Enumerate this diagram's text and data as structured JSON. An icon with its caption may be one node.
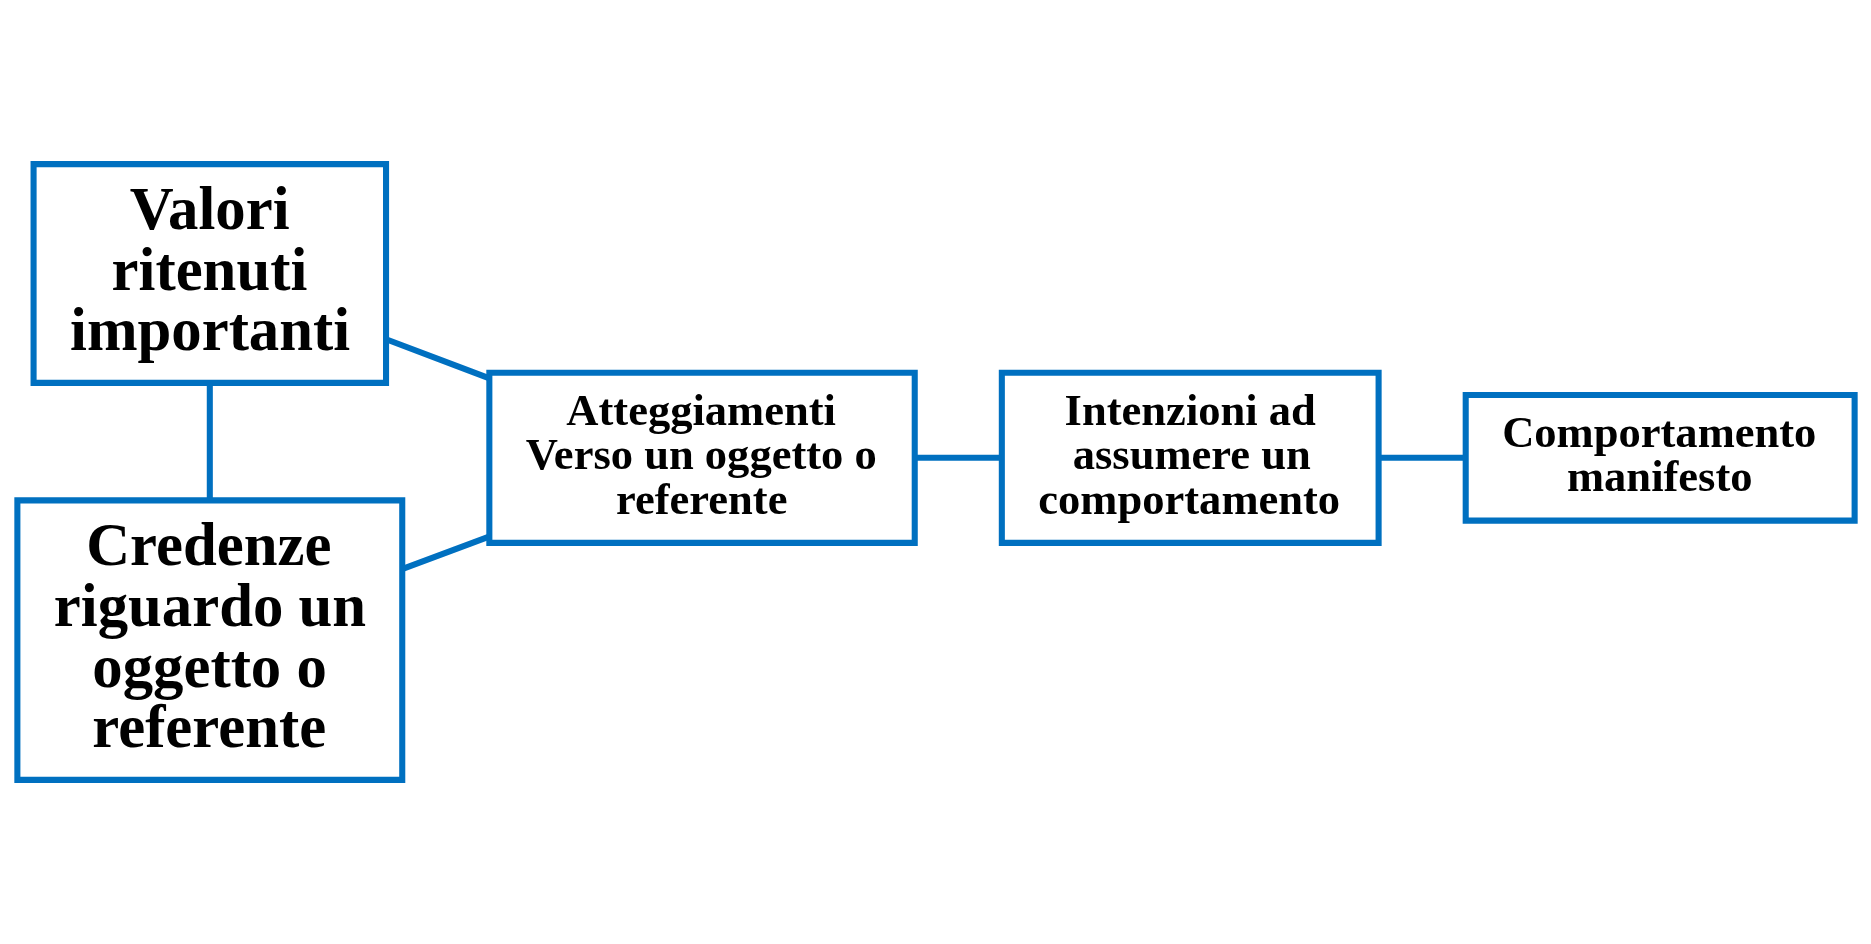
{
  "diagram": {
    "nodes": [
      {
        "text": [
          "Valori ritenuti importanti"
        ]
      },
      {
        "text": [
          "Atteggiamenti Verso un oggetto o referente"
        ]
      },
      {
        "text": [
          "Intenzioni ad assumere un comportamento"
        ]
      },
      {
        "text": [
          "Comportamento manifesto"
        ]
      },
      {
        "text": [
          "Credenze riguardo un oggetto o referente"
        ]
      }
    ],
    "edges": [
      {
        "from": 0,
        "to": 4,
        "arrow": "none"
      },
      {
        "from": 0,
        "to": 1,
        "arrow": "none"
      },
      {
        "from": 4,
        "to": 1,
        "arrow": "none"
      },
      {
        "from": 1,
        "to": 2,
        "arrow": "none"
      },
      {
        "from": 2,
        "to": 3,
        "arrow": "none"
      }
    ]
  }
}
